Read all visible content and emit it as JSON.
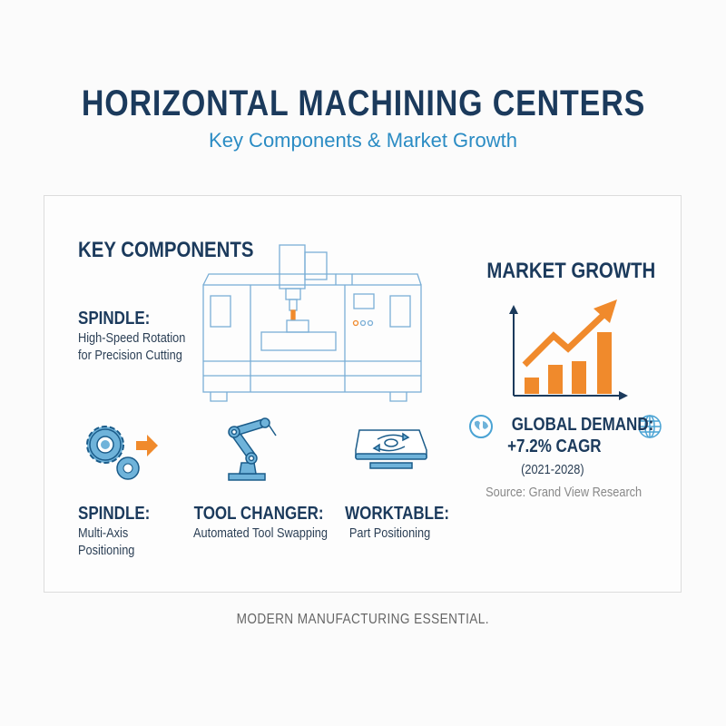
{
  "header": {
    "title": "HORIZONTAL MACHINING CENTERS",
    "subtitle": "Key Components & Market Growth"
  },
  "key_components": {
    "heading": "KEY COMPONENTS",
    "main": {
      "title": "SPINDLE:",
      "desc_line1": "High-Speed Rotation",
      "desc_line2": "for Precision Cutting",
      "icon": "machining-center-illustration"
    },
    "items": [
      {
        "title": "SPINDLE:",
        "desc_line1": "Multi-Axis",
        "desc_line2": "Positioning",
        "icon": "gears-arrow-icon"
      },
      {
        "title": "TOOL CHANGER:",
        "desc_line1": "Automated Tool Swapping",
        "icon": "robot-arm-icon"
      },
      {
        "title": "WORKTABLE:",
        "desc_line1": "Part Positioning",
        "icon": "rotary-table-icon"
      }
    ]
  },
  "market_growth": {
    "heading": "MARKET GROWTH",
    "icon": "growth-bar-chart-arrow-icon",
    "demand_label": "GLOBAL DEMAND:",
    "cagr": "+7.2% CAGR",
    "period": "(2021-2028)",
    "source": "Source: Grand View Research"
  },
  "footer": {
    "text": "MODERN MANUFACTURING ESSENTIAL."
  },
  "colors": {
    "navy": "#1b3a5c",
    "blue": "#2b8cc4",
    "light_blue": "#6fb3da",
    "orange": "#f08a2c",
    "grey": "#666666"
  }
}
